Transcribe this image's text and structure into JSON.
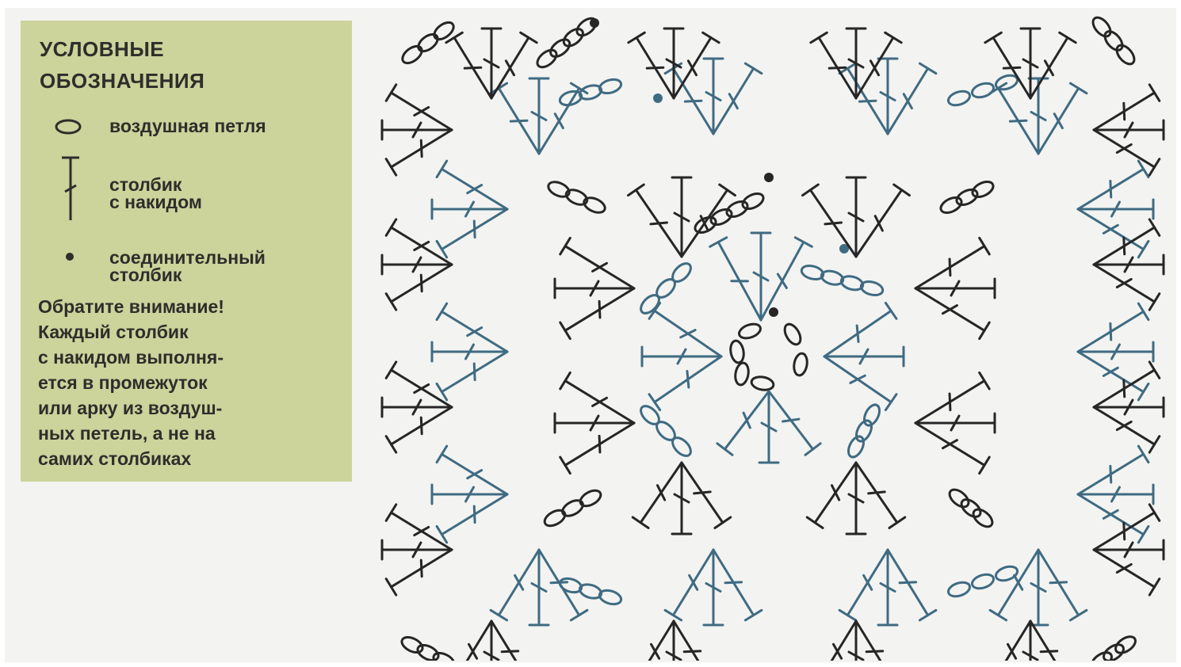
{
  "legend": {
    "title": "УСЛОВНЫЕ\nОБОЗНАЧЕНИЯ",
    "items": [
      {
        "icon": "chain-stitch-icon",
        "label": "воздушная петля"
      },
      {
        "icon": "double-crochet-icon",
        "label": "столбик\nс накидом"
      },
      {
        "icon": "slip-stitch-icon",
        "label": "соединительный\nстолбик"
      }
    ],
    "note": "Обратите внимание!\nКаждый столбик\nс накидом выполня-\nется в промежуток\nили арку из воздуш-\nных петель, а не на\nсамих столбиках"
  },
  "diagram": {
    "pattern": "crochet granny square chart",
    "colors": {
      "dark": "#262626",
      "blue": "#3f6b82",
      "legend_bg": "#ccd39b"
    }
  }
}
